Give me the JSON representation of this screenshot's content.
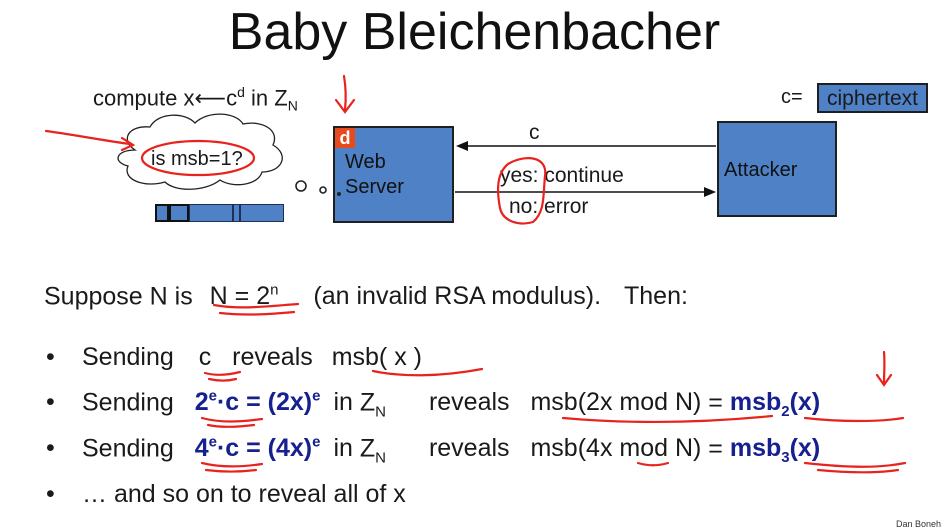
{
  "title": "Baby Bleichenbacher",
  "diagram": {
    "compute_prefix": "compute",
    "compute_x": "x",
    "compute_arrow": "⟵",
    "compute_c": "c",
    "compute_d": "d",
    "compute_in": "in",
    "compute_Z": "Z",
    "compute_N": "N",
    "thought_text": "is msb=1?",
    "server_badge": "d",
    "server_line1": "Web",
    "server_line2": "Server",
    "attacker_label": "Attacker",
    "c_eq": "c=",
    "ciphertext_label": "ciphertext",
    "c_arrow_label": "c",
    "yes_label": "yes:",
    "continue_label": "continue",
    "no_label": "no:",
    "error_label": "error"
  },
  "suppose": {
    "prefix": "Suppose N is",
    "eq_base": "N = 2",
    "eq_exp": "n",
    "note": "(an invalid RSA modulus).",
    "then": "Then:"
  },
  "bullets": {
    "b1": {
      "sending": "Sending",
      "c": "c",
      "reveals": "reveals",
      "msb": "msb( x )"
    },
    "b2": {
      "sending": "Sending",
      "two": "2",
      "e1": "e",
      "dotc": "·c = (2x)",
      "e2": "e",
      "in": "in",
      "Z": "Z",
      "N": "N",
      "reveals": "reveals",
      "msb_mod": "msb(2x mod N)",
      "eq": " = ",
      "msb": "msb",
      "sub": "2",
      "x": "(x)"
    },
    "b3": {
      "sending": "Sending",
      "four": "4",
      "e1": "e",
      "dotc": "·c = (4x)",
      "e2": "e",
      "in": "in",
      "Z": "Z",
      "N": "N",
      "reveals": "reveals",
      "msb_mod": "msb(4x mod N)",
      "eq": " = ",
      "msb": "msb",
      "sub": "3",
      "x": "(x)"
    },
    "b4": {
      "text": "… and so on to reveal all of x"
    }
  },
  "footer": "Dan Boneh",
  "colors": {
    "box_blue": "#4f81c7",
    "badge_red": "#e64b1f",
    "ink_red": "#e8231e",
    "navy": "#16208f"
  }
}
